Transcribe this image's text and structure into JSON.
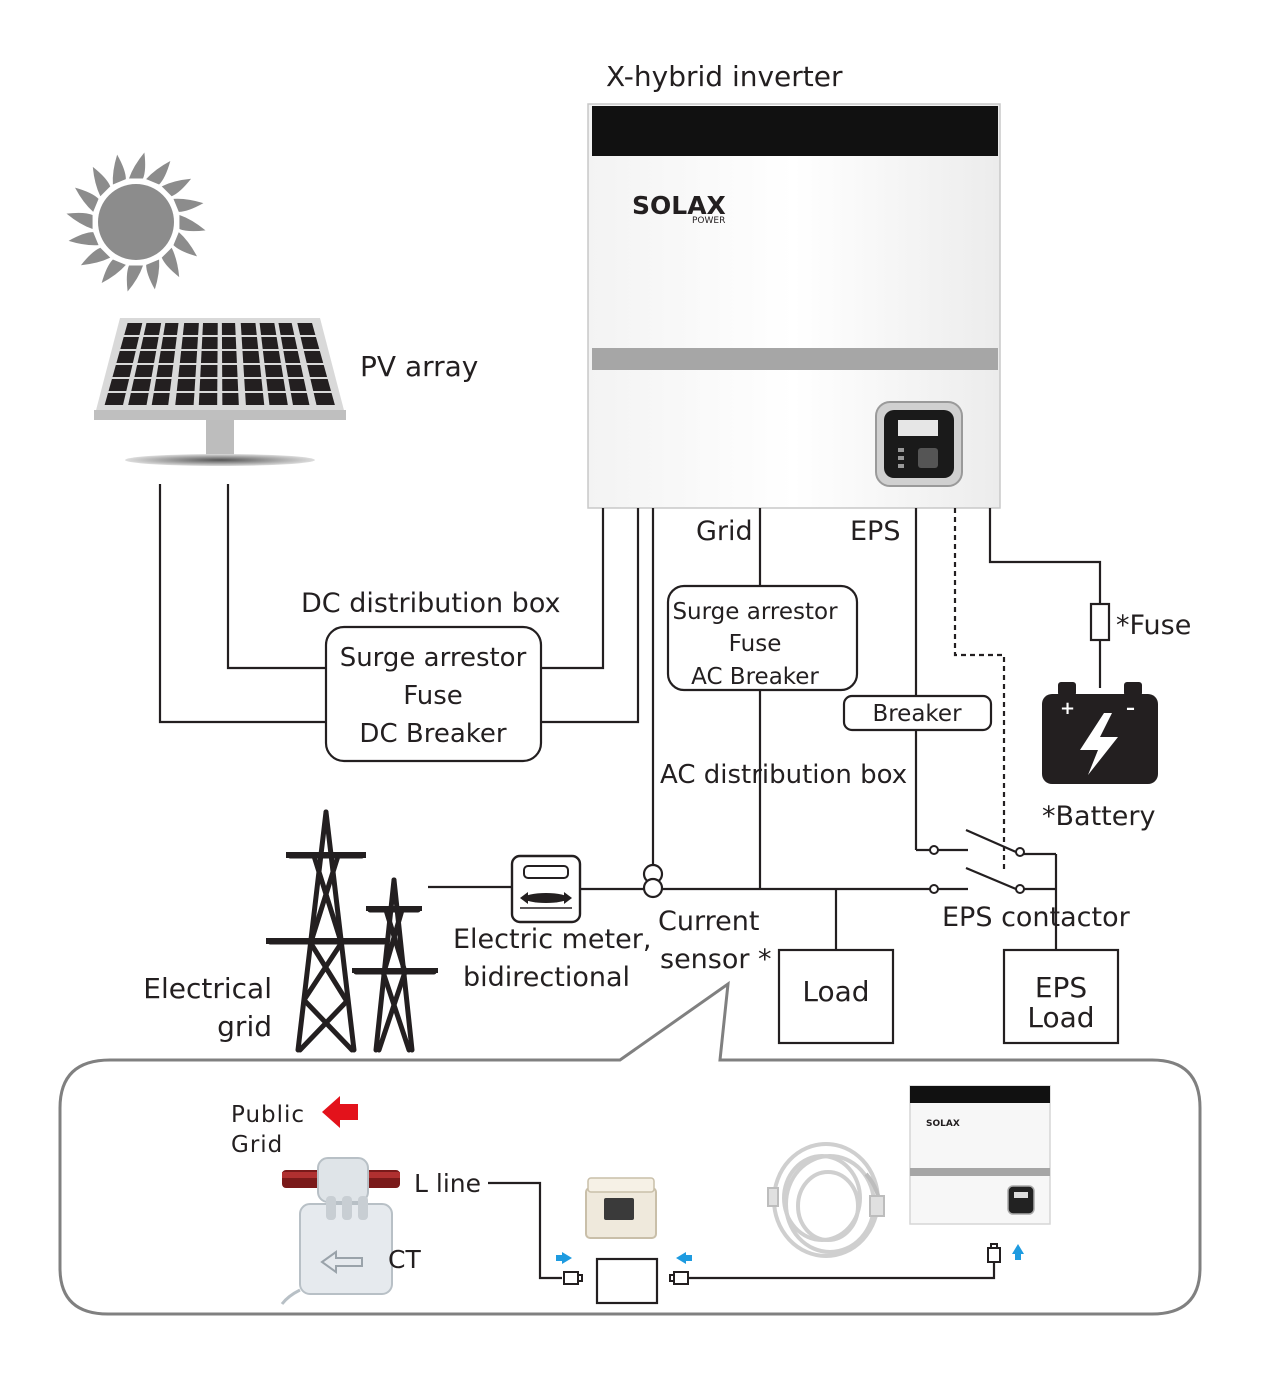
{
  "labels": {
    "inverter_title": "X-hybrid inverter",
    "brand": "SOLAX",
    "brand_sub": "POWER",
    "pv_array": "PV array",
    "dc_box_title": "DC distribution box",
    "dc_box_line1": "Surge arrestor",
    "dc_box_line2": "Fuse",
    "dc_box_line3": "DC Breaker",
    "grid_port": "Grid",
    "eps_port": "EPS",
    "ac_box_line1": "Surge arrestor",
    "ac_box_line2": "Fuse",
    "ac_box_line3": "AC Breaker",
    "ac_box_title": "AC distribution box",
    "breaker": "Breaker",
    "fuse": "*Fuse",
    "battery": "*Battery",
    "eps_contactor": "EPS contactor",
    "current_sensor_line1": "Current",
    "current_sensor_line2": "sensor *",
    "meter_line1": "Electric meter,",
    "meter_line2": "bidirectional",
    "grid_line1": "Electrical",
    "grid_line2": "grid",
    "load": "Load",
    "eps_load_line1": "EPS",
    "eps_load_line2": "Load",
    "public_grid_line1": "Public",
    "public_grid_line2": "Grid",
    "l_line": "L line",
    "ct": "CT"
  },
  "colors": {
    "line": "#231f20",
    "sun": "#8c8c8c",
    "panel_cell": "#231f20",
    "panel_frame": "#d9d9d9",
    "inverter_band": "#a6a6a6",
    "arrow_red": "#e3121b",
    "arrow_blue": "#1e9be0"
  }
}
